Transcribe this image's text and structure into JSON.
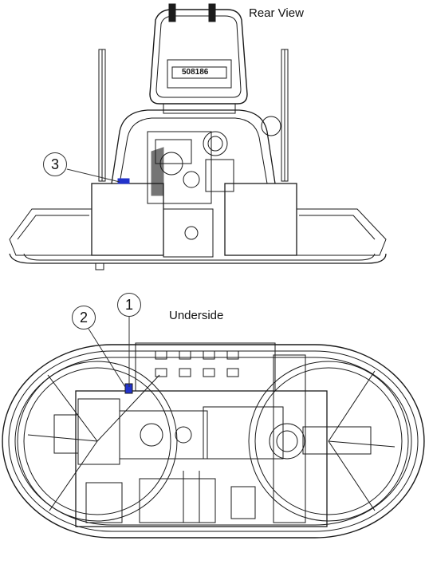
{
  "views": {
    "rear": {
      "title": "Rear View",
      "seat_plate": "508186"
    },
    "underside": {
      "title": "Underside"
    }
  },
  "callouts": [
    {
      "id": "c1",
      "number": "1"
    },
    {
      "id": "c2",
      "number": "2"
    },
    {
      "id": "c3",
      "number": "3"
    }
  ],
  "colors": {
    "line": "#1a1a1a",
    "highlight": "#2233cc",
    "background": "#ffffff"
  }
}
